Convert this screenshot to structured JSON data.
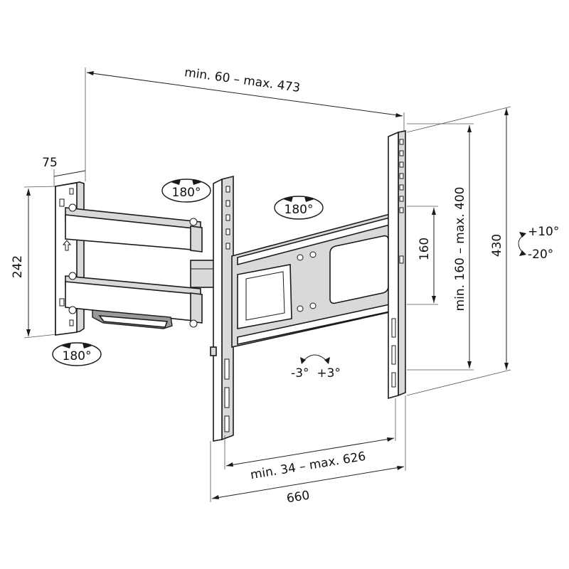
{
  "dimensions": {
    "wall_distance": "min. 60 – max. 473",
    "wall_plate_width": "75",
    "wall_plate_height": "242",
    "vesa_horizontal": "min. 34 – max. 626",
    "total_width": "660",
    "vesa_vertical_min": "160",
    "vesa_vertical_range": "min. 160 – max. 400",
    "total_height": "430"
  },
  "rotations": {
    "arm_swivel_top": "180°",
    "head_swivel": "180°",
    "arm_swivel_bottom": "180°",
    "rotation": "-3°  +3°",
    "tilt_up": "+10°",
    "tilt_down": "-20°"
  }
}
